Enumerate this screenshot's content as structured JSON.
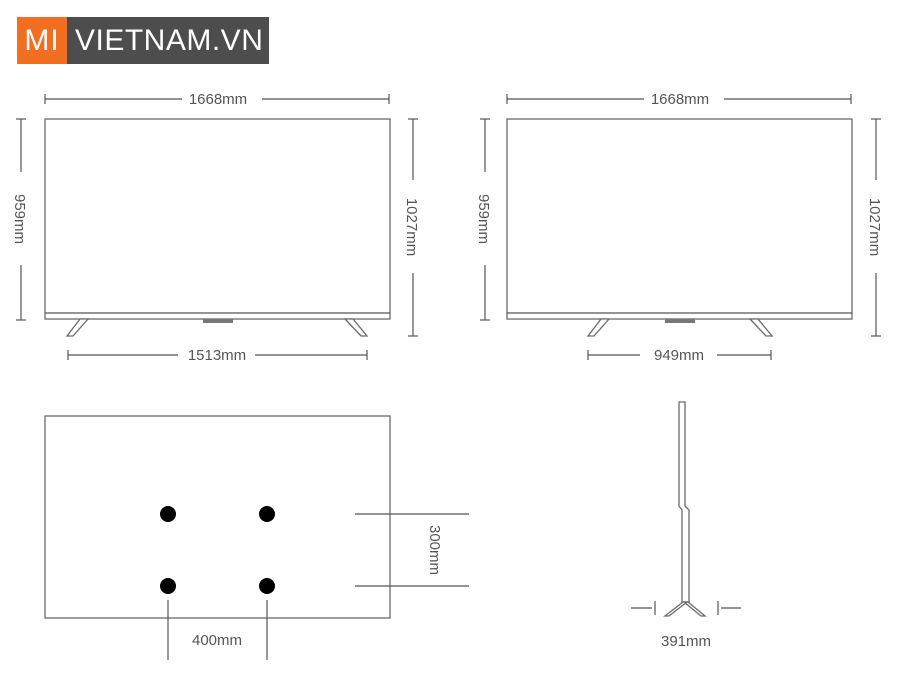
{
  "logo": {
    "mi": "MI",
    "rest": "VIETNAM.VN",
    "accent": "#f26f21",
    "dark": "#4d4d4d"
  },
  "front_a": {
    "width": "1668mm",
    "height_screen": "959mm",
    "height_total": "1027mm",
    "stand_span": "1513mm"
  },
  "front_b": {
    "width": "1668mm",
    "height_screen": "959mm",
    "height_total": "1027mm",
    "stand_span": "949mm"
  },
  "back": {
    "vesa_h": "400mm",
    "vesa_v": "300mm"
  },
  "side": {
    "depth": "391mm"
  }
}
